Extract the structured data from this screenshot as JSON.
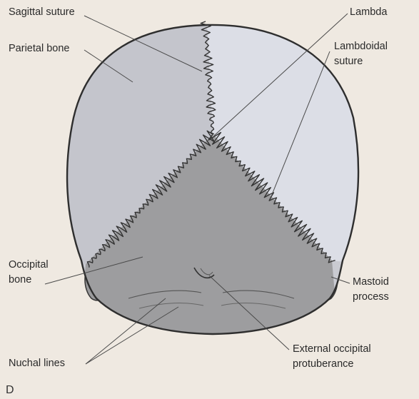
{
  "diagram": {
    "panel_letter": "D",
    "labels": {
      "sagittal_suture": "Sagittal suture",
      "parietal_bone": "Parietal bone",
      "lambda": "Lambda",
      "lambdoidal_suture": [
        "Lambdoidal",
        "suture"
      ],
      "occipital_bone": [
        "Occipital",
        "bone"
      ],
      "mastoid_process": [
        "Mastoid",
        "process"
      ],
      "nuchal_lines": "Nuchal lines",
      "external_occipital_protuberance": [
        "External occipital",
        "protuberance"
      ]
    },
    "colors": {
      "background": "#efe9e1",
      "parietal_left": "#c7c8cf",
      "parietal_right": "#dcdee6",
      "occipital": "#9d9d9f",
      "outline": "#3a3a3a",
      "leader_line": "#4a4a4a"
    }
  }
}
